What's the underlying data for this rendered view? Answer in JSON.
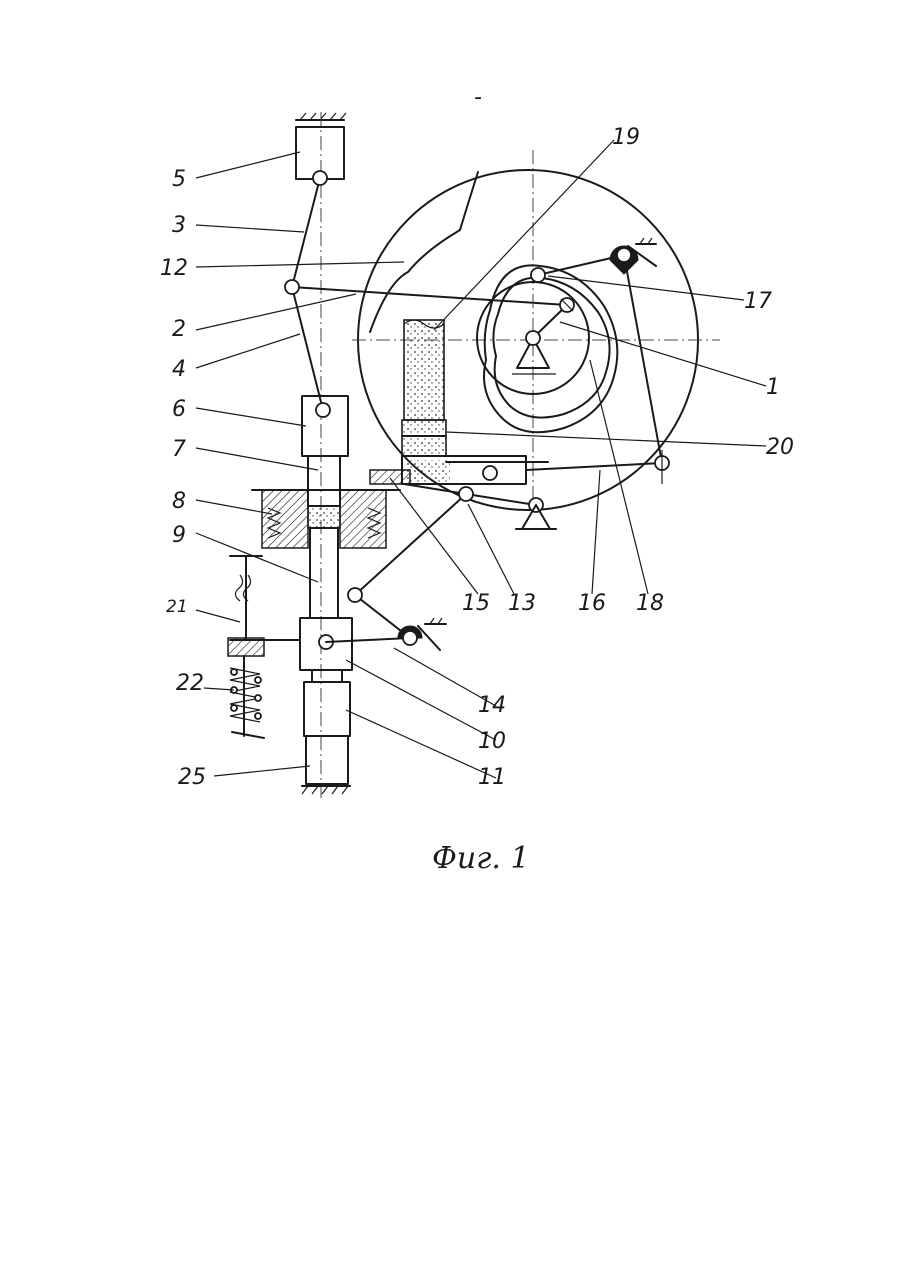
{
  "caption": "Фиг. 1",
  "mark": "-",
  "labels": [
    {
      "id": "5",
      "text": "5"
    },
    {
      "id": "3",
      "text": "3"
    },
    {
      "id": "12",
      "text": "12"
    },
    {
      "id": "2",
      "text": "2"
    },
    {
      "id": "4",
      "text": "4"
    },
    {
      "id": "6",
      "text": "6"
    },
    {
      "id": "7",
      "text": "7"
    },
    {
      "id": "8",
      "text": "8"
    },
    {
      "id": "9",
      "text": "9"
    },
    {
      "id": "21",
      "text": "21"
    },
    {
      "id": "22",
      "text": "22"
    },
    {
      "id": "25",
      "text": "25"
    },
    {
      "id": "19",
      "text": "19"
    },
    {
      "id": "17",
      "text": "17"
    },
    {
      "id": "1",
      "text": "1"
    },
    {
      "id": "20",
      "text": "20"
    },
    {
      "id": "15",
      "text": "15"
    },
    {
      "id": "13",
      "text": "13"
    },
    {
      "id": "16",
      "text": "16"
    },
    {
      "id": "18",
      "text": "18"
    },
    {
      "id": "14",
      "text": "14"
    },
    {
      "id": "10",
      "text": "10"
    },
    {
      "id": "11",
      "text": "11"
    }
  ]
}
